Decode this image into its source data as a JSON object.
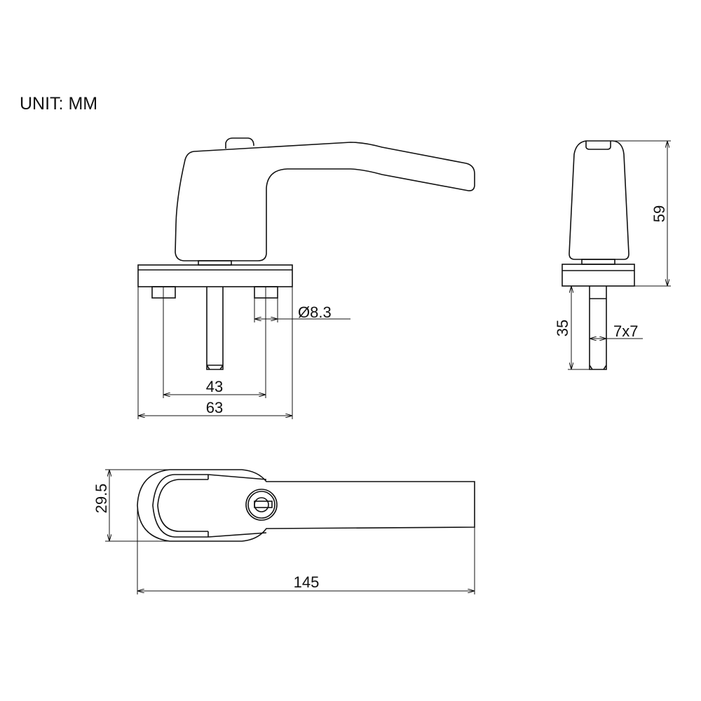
{
  "unit_label": "UNIT: MM",
  "front_view": {
    "diameter": "Ø8.3",
    "screw_spacing": "43",
    "plate_width": "63"
  },
  "side_view": {
    "height": "59",
    "spindle_length": "35",
    "spindle_section": "7x7"
  },
  "top_view": {
    "width": "29.5",
    "length": "145"
  }
}
